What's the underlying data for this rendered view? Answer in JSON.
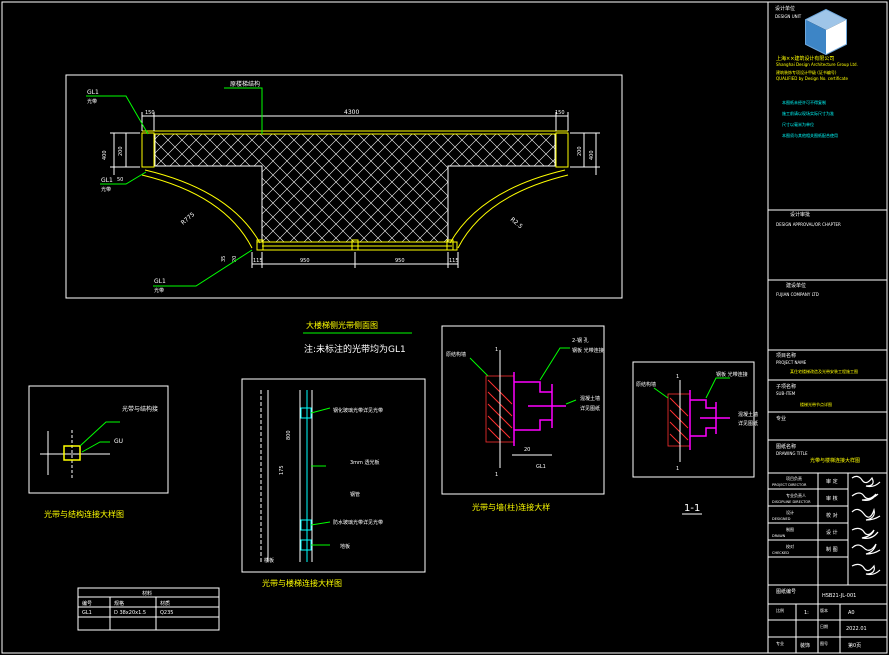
{
  "drawing": {
    "elevation_title": "大楼梯侧光带侧面图",
    "elevation_note": "注:未标注的光带均为GL1",
    "dims": {
      "top_total": "4300",
      "left_edge": "150",
      "right_edge": "150",
      "bottom_left_end": "115",
      "bottom_mid_left": "950",
      "bottom_mid_right": "950",
      "bottom_right_end": "115",
      "left_height_outer": "400",
      "left_height_inner": "200",
      "right_height_outer": "400",
      "right_height_inner": "200",
      "left_sm": "50",
      "radius_left": "R775",
      "radius_right": "R2.5",
      "left_small_a": "35",
      "left_small_b": "20"
    },
    "labels": {
      "gl1_top": "GL1",
      "gl1_top_sub": "光带",
      "gl1_mid": "GL1",
      "gl1_mid_sub": "光带",
      "gl1_bottom": "GL1",
      "gl1_bottom_sub": "光带",
      "stair_member": "原楼梯结构"
    },
    "detail1": {
      "title": "光带与结构连接大样图",
      "callout_top": "光带与结构接",
      "callout_gl": "GU"
    },
    "detail2": {
      "title": "光带与楼梯连接大样图",
      "dim_a": "800",
      "dim_b": "175",
      "note1": "钢化玻璃光带详见光带",
      "note2": "3mm 透光板",
      "note3": "钢管",
      "note4": "防水玻璃光带详见光带",
      "note5": "地板",
      "note6": "楼板"
    },
    "detail3": {
      "title": "光带与墙(柱)连接大样",
      "callout_a": "2-钢 孔",
      "callout_b": "钢板 光带连接",
      "side_left": "原结构墙",
      "right_1": "混凝土墙",
      "right_2": "详见图纸",
      "dim_a": "20",
      "dim_b": "GL1",
      "mark": "1"
    },
    "detail4": {
      "title": "1-1",
      "side_left": "原结构墙",
      "callout": "钢板 光带连接",
      "right_1": "混凝土墙",
      "right_2": "详见图纸",
      "mark": "1"
    },
    "table": {
      "title": "材料",
      "headers": [
        "编号",
        "规格",
        "材质"
      ],
      "rows": [
        [
          "GL1",
          "D 38x20x1.5",
          "Q235"
        ]
      ]
    }
  },
  "title_block": {
    "company_label": "设计单位",
    "company_label_en": "DESIGN UNIT",
    "company_name_cn": "上海××建筑设计有限公司",
    "company_name_en": "Shanghai Design Architecture Group Ltd.",
    "qualification": "建筑装饰专项设计甲级 (证书编号)",
    "qualification_en": "QUALIFIED by Design No. certificate",
    "notes": [
      "本图纸未经许可不得复制",
      "施工前请以现场实际尺寸为准",
      "尺寸以毫米为单位",
      "本图须与其他相关图纸配合使用"
    ],
    "approval_cn": "设计审批",
    "approval_en": "DESIGN APPROVAL/OR CHAPTER",
    "construction_cn": "建设单位",
    "construction_val": "FUJIAN COMPANY LTD",
    "project_cn": "项目名称",
    "project_en": "PROJECT NAME",
    "project_val": "某住宅楼梯改造及光带安装工程施工图",
    "sub_cn": "子项名称",
    "sub_en": "SUB-ITEM",
    "sub_val": "楼梯光带节点详图",
    "drawing_cn": "图纸名称",
    "drawing_en": "DRAWING TITLE",
    "drawing_val": "光带与楼梯连接大样图",
    "roles": [
      {
        "cn": "项目负责",
        "en": "PROJECT DIRECTOR",
        "sig": "审 定"
      },
      {
        "cn": "专业负责人",
        "en": "DISCIPLINE DIRECTOR",
        "sig": "审 核"
      },
      {
        "cn": "设计",
        "en": "DESIGNED",
        "sig": "校 对"
      },
      {
        "cn": "制图",
        "en": "DRAWN",
        "sig": "设 计"
      },
      {
        "cn": "校对",
        "en": "CHECKED",
        "sig": "制 图"
      }
    ],
    "drawing_no_label": "图纸编号",
    "drawing_no": "HSB21-JL-001",
    "scale_label": "比例",
    "scale_val": "1:",
    "ver_label": "版本",
    "ver_val": "A0",
    "date_label": "日期",
    "date_val": "2022.01",
    "sheet_label": "专业",
    "sheet_val": "装饰",
    "page_label": "图号",
    "page_val": "第0页"
  }
}
